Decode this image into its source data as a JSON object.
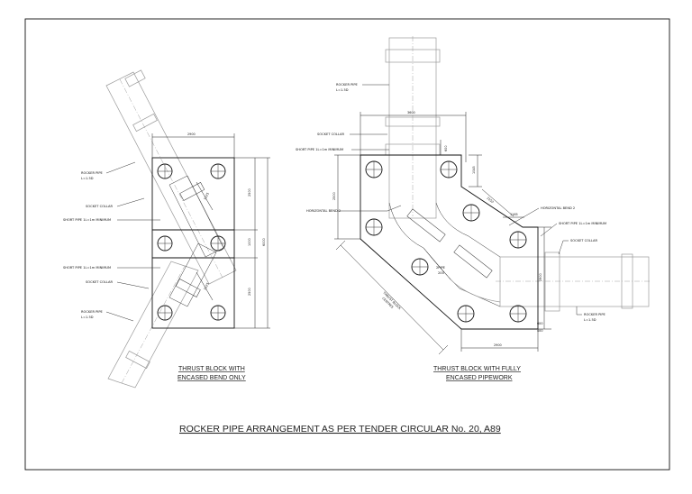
{
  "drawing": {
    "title": "ROCKER PIPE ARRANGEMENT AS PER TENDER CIRCULAR No. 20, A89",
    "left_view": {
      "caption_line1": "THRUST BLOCK WITH",
      "caption_line2": "ENCASED BEND ONLY",
      "labels": {
        "rocker_pipe_top_1": "ROCKER PIPE",
        "rocker_pipe_top_2": "L=1.5D",
        "socket_collar_top": "SOCKET COLLAR",
        "short_pipe_top": "SHORT PIPE 1L=1m MINIMUM",
        "short_pipe_bottom": "SHORT PIPE 1L=1m MINIMUM",
        "socket_collar_bottom": "SOCKET COLLAR",
        "rocker_pipe_bottom_1": "ROCKER PIPE",
        "rocker_pipe_bottom_2": "L=1.5D"
      },
      "dims": {
        "width": "2900",
        "right_top": "2500",
        "right_mid": "1000",
        "right_bottom": "2500",
        "overall": "6000",
        "diag_top": "1125",
        "diag_bottom": "1125"
      }
    },
    "right_view": {
      "caption_line1": "THRUST BLOCK WITH FULLY",
      "caption_line2": "ENCASED PIPEWORK",
      "labels": {
        "rocker_pipe_top_1": "ROCKER PIPE",
        "rocker_pipe_top_2": "L=1.5D",
        "socket_collar": "SOCKET COLLAR",
        "short_pipe": "SHORT PIPE 1L=1m MINIMUM",
        "horizontal_bend_left": "HORIZONTAL BEND 2",
        "horizontal_bend_right": "HORIZONTAL BEND 2",
        "short_pipe_right": "SHORT PIPE 1L=1m MINIMUM",
        "socket_collar_right": "SOCKET COLLAR",
        "rocker_pipe_right_1": "ROCKER PIPE",
        "rocker_pipe_right_2": "L=1.5D",
        "diag_note_1": "THRUST BLOCK",
        "diag_note_2": "CENTRES",
        "pipe_note_1": "2PIPE",
        "pipe_note_2": "200"
      },
      "dims": {
        "top_width": "3600",
        "top_small": "600",
        "left_height": "2500",
        "right_top": "1045",
        "chamfer": "2150",
        "small_right": "1165",
        "right_height": "2900",
        "right_low": "600",
        "right_low2": "400",
        "bottom_width": "2900"
      }
    }
  }
}
